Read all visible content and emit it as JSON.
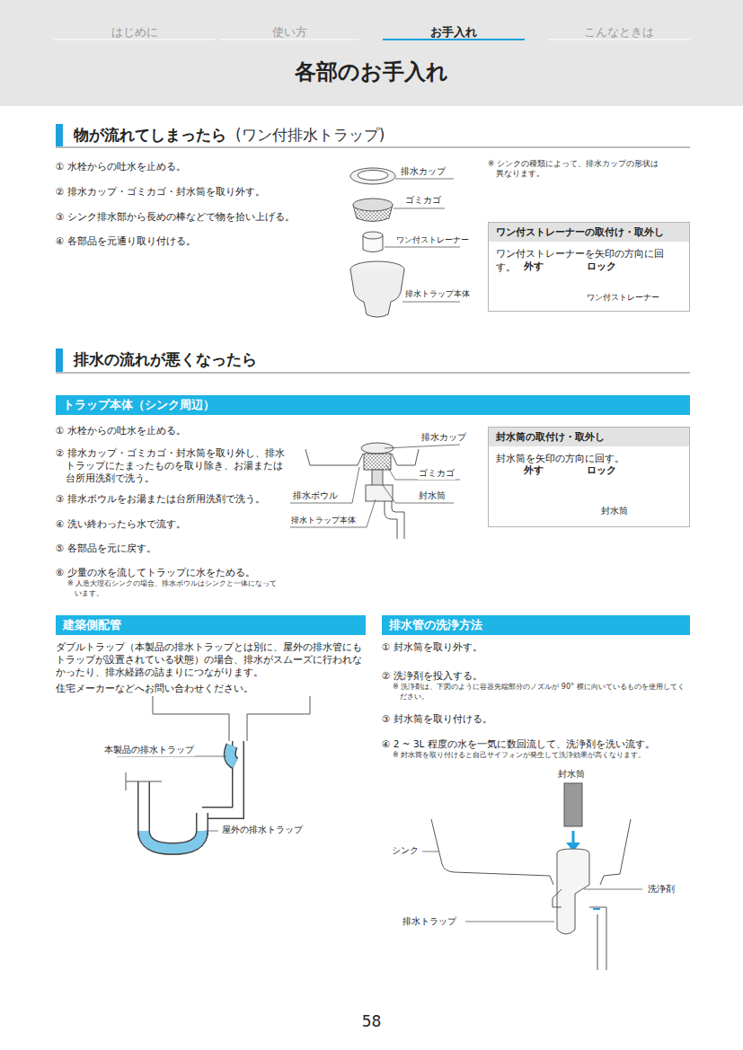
{
  "diagram": {
    "title": "各部のお手入れ",
    "nodes": [
      {
        "text": [
          "ワン付ストレーナーの取付け・取外し",
          "ワン付ストレーナーを矢印の方向に回す。"
        ]
      },
      {
        "text": [
          "トラップ本体（シンク周辺）"
        ]
      },
      {
        "text": [
          "封水筒の取付け・取外し",
          "封水筒を矢印の方向に回す。"
        ]
      },
      {
        "text": [
          "建築側配管"
        ]
      },
      {
        "text": [
          "排水管の洗浄方法"
        ]
      }
    ],
    "labels": [
      "はじめに",
      "使い方",
      "お手入れ",
      "こんなときは",
      "物が流れてしまったら",
      "(ワン付排水トラップ)",
      "① 水栓からの吐水を止める。",
      "② 排水カップ・ゴミカゴ・封水筒を取り外す。",
      "③ シンク排水部から長めの棒などで物を拾い上げる。",
      "④ 各部品を元通り取り付ける。",
      "排水カップ",
      "ゴミカゴ",
      "ワン付ストレーナー",
      "排水トラップ本体",
      "※ シンクの種類によって、排水カップの形状は異なります。",
      "外す",
      "ロック",
      "ワン付ストレーナー",
      "排水の流れが悪くなったら",
      "① 水栓からの吐水を止める。",
      "② 排水カップ・ゴミカゴ・封水筒を取り外し、排水トラップにたまったものを取り除き、お湯または台所用洗剤で洗う。",
      "③ 排水ボウルをお湯または台所用洗剤で洗う。",
      "④ 洗い終わったら水で流す。",
      "⑤ 各部品を元に戻す。",
      "⑥ 少量の水を流してトラップに水をためる。",
      "※ 人造大理石シンクの場合、排水ボウルはシンクと一体になっています。",
      "排水カップ",
      "ゴミカゴ",
      "排水ボウル",
      "封水筒",
      "排水トラップ本体",
      "外す",
      "ロック",
      "封水筒",
      "ダブルトラップ（本製品の排水トラップとは別に、屋外の排水管にもトラップが設置されている状態）の場合、排水がスムーズに行われなかったり、排水経路の詰まりにつながります。",
      "住宅メーカーなどへお問い合わせください。",
      "本製品の排水トラップ",
      "屋外の排水トラップ",
      "① 封水筒を取り外す。",
      "② 洗浄剤を投入する。",
      "※ 洗浄剤は、下図のように容器先端部分のノズルが 90° 横に向いているものを使用してください。",
      "③ 封水筒を取り付ける。",
      "④ 2 ~ 3L 程度の水を一気に数回流して、洗浄剤を洗い流す。",
      "※ 封水筒を取り付けると自己サイフォンが発生して洗浄効果が高くなります。",
      "封水筒",
      "シンク",
      "洗浄剤",
      "排水トラップ",
      "58"
    ]
  }
}
